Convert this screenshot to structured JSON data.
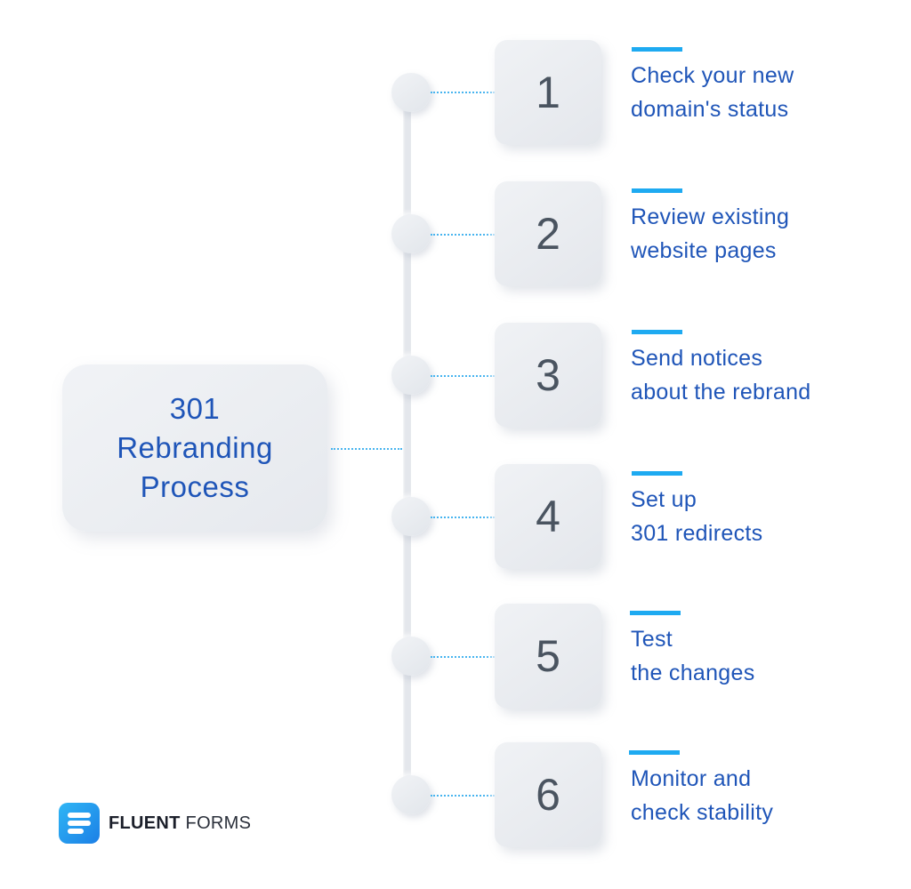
{
  "main": {
    "lines": [
      "301",
      "Rebranding",
      "Process"
    ]
  },
  "steps": [
    {
      "number": "1",
      "line1": "Check your new",
      "line2": "domain's status"
    },
    {
      "number": "2",
      "line1": "Review existing",
      "line2": "website pages"
    },
    {
      "number": "3",
      "line1": "Send notices",
      "line2": "about the rebrand"
    },
    {
      "number": "4",
      "line1": "Set up",
      "line2": "301 redirects"
    },
    {
      "number": "5",
      "line1": "Test",
      "line2": "the changes"
    },
    {
      "number": "6",
      "line1": "Monitor and",
      "line2": "check stability"
    }
  ],
  "logo": {
    "bold": "FLUENT",
    "light": "FORMS",
    "icon": "fluent-forms-logo-icon"
  },
  "colors": {
    "text_blue": "#1f55b8",
    "accent_blue": "#1eaaf1",
    "number_gray": "#4a5460"
  }
}
